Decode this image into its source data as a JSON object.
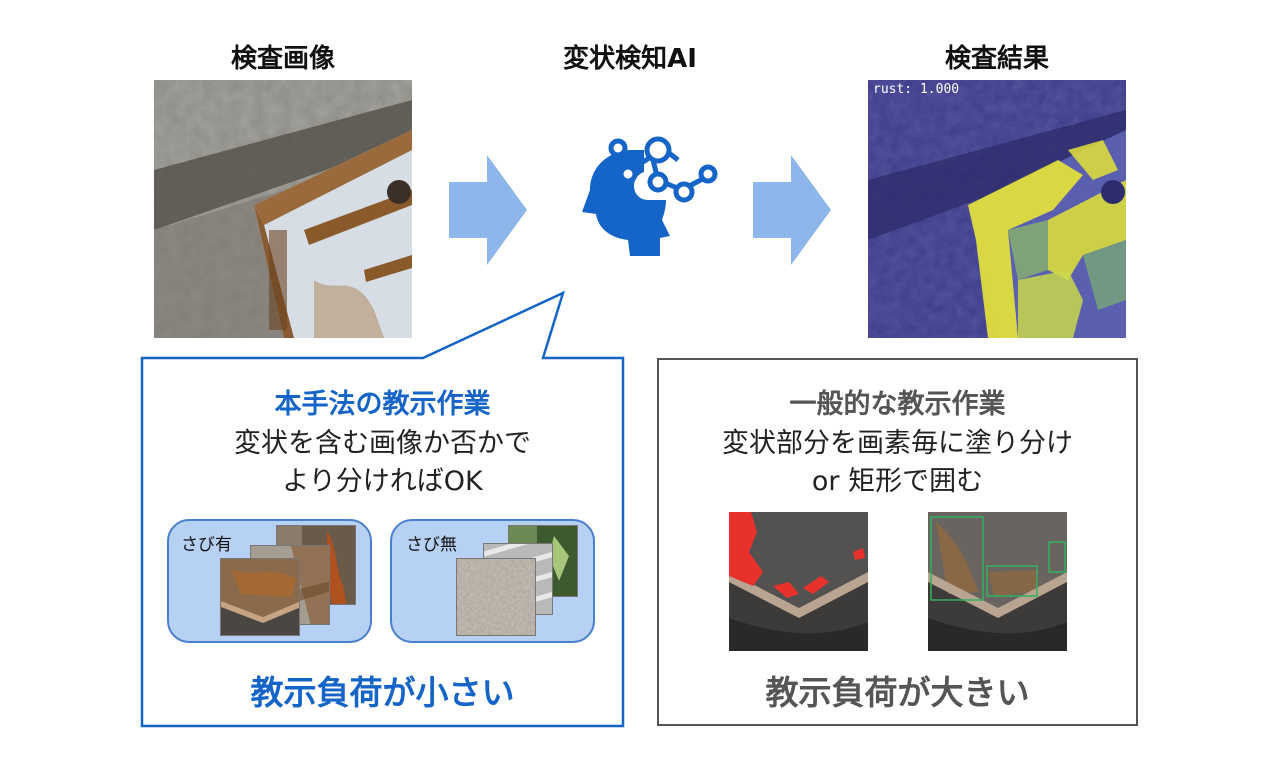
{
  "columns": {
    "input_title": "検査画像",
    "ai_title": "変状検知AI",
    "result_title": "検査結果"
  },
  "result_overlay_label": "rust: 1.000",
  "icons": {
    "ai": "ai-head-network-icon",
    "arrow": "arrow-right-icon"
  },
  "proposed": {
    "title": "本手法の教示作業",
    "description_line1": "変状を含む画像か否かで",
    "description_line2": "より分ければOK",
    "folder_with_rust": "さび有",
    "folder_without_rust": "さび無",
    "footer": "教示負荷が小さい"
  },
  "general": {
    "title": "一般的な教示作業",
    "description_line1": "変状部分を画素毎に塗り分け",
    "description_line2": "or 矩形で囲む",
    "footer": "教示負荷が大きい"
  },
  "colors": {
    "accent_blue": "#1565c8",
    "arrow_blue": "#8db7ea",
    "gray_text": "#555555",
    "mask_red": "#e8312a",
    "bbox_green": "#2fb35a"
  }
}
